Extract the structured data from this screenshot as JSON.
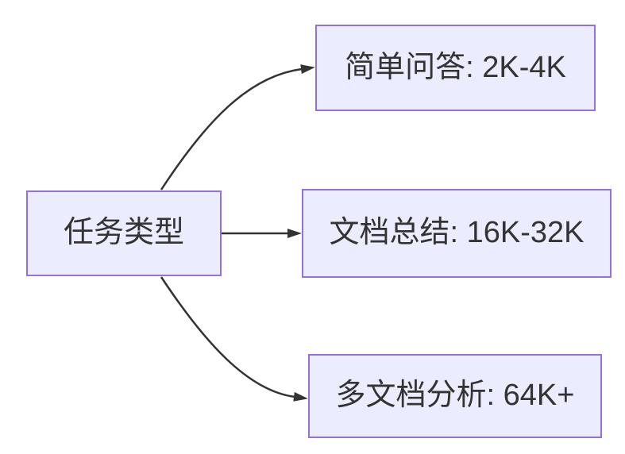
{
  "diagram": {
    "type": "flowchart-LR",
    "root": {
      "id": "task-type",
      "label": "任务类型"
    },
    "branches": [
      {
        "id": "simple-qa",
        "label": "简单问答: 2K-4K"
      },
      {
        "id": "doc-summary",
        "label": "文档总结: 16K-32K"
      },
      {
        "id": "multi-doc",
        "label": "多文档分析: 64K+"
      }
    ],
    "edges": [
      {
        "from": "task-type",
        "to": "simple-qa"
      },
      {
        "from": "task-type",
        "to": "doc-summary"
      },
      {
        "from": "task-type",
        "to": "multi-doc"
      }
    ],
    "colors": {
      "background": "#FFFFFF",
      "node_fill": "#ECECFF",
      "node_border": "#9370DB",
      "edge_line": "#333333",
      "text": "#333333"
    }
  }
}
